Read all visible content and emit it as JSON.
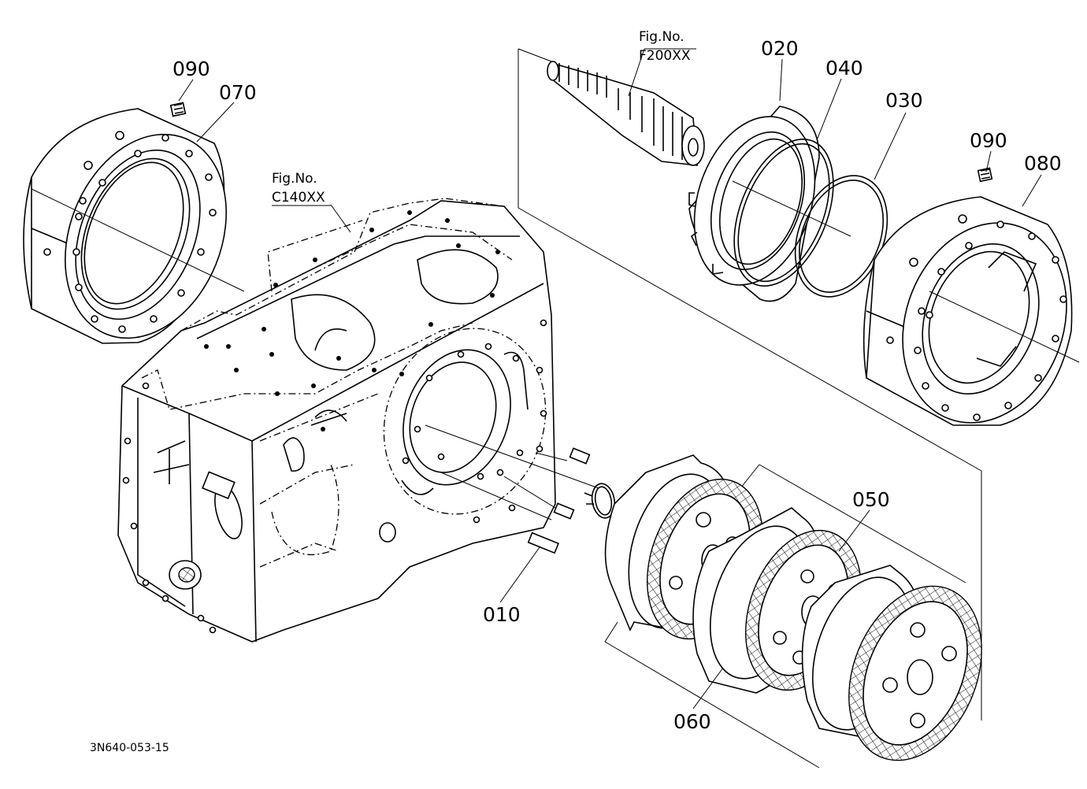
{
  "figure_refs": [
    {
      "id": "fig-f200",
      "line1": "Fig.No.",
      "line2": "F200XX"
    },
    {
      "id": "fig-c140",
      "line1": "Fig.No.",
      "line2": "C140XX"
    }
  ],
  "callouts": [
    {
      "id": "070",
      "label": "070"
    },
    {
      "id": "090a",
      "label": "090"
    },
    {
      "id": "020",
      "label": "020"
    },
    {
      "id": "040",
      "label": "040"
    },
    {
      "id": "030",
      "label": "030"
    },
    {
      "id": "090b",
      "label": "090"
    },
    {
      "id": "080",
      "label": "080"
    },
    {
      "id": "050",
      "label": "050"
    },
    {
      "id": "010",
      "label": "010"
    },
    {
      "id": "060",
      "label": "060"
    }
  ],
  "drawing_code": "3N640-053-15"
}
